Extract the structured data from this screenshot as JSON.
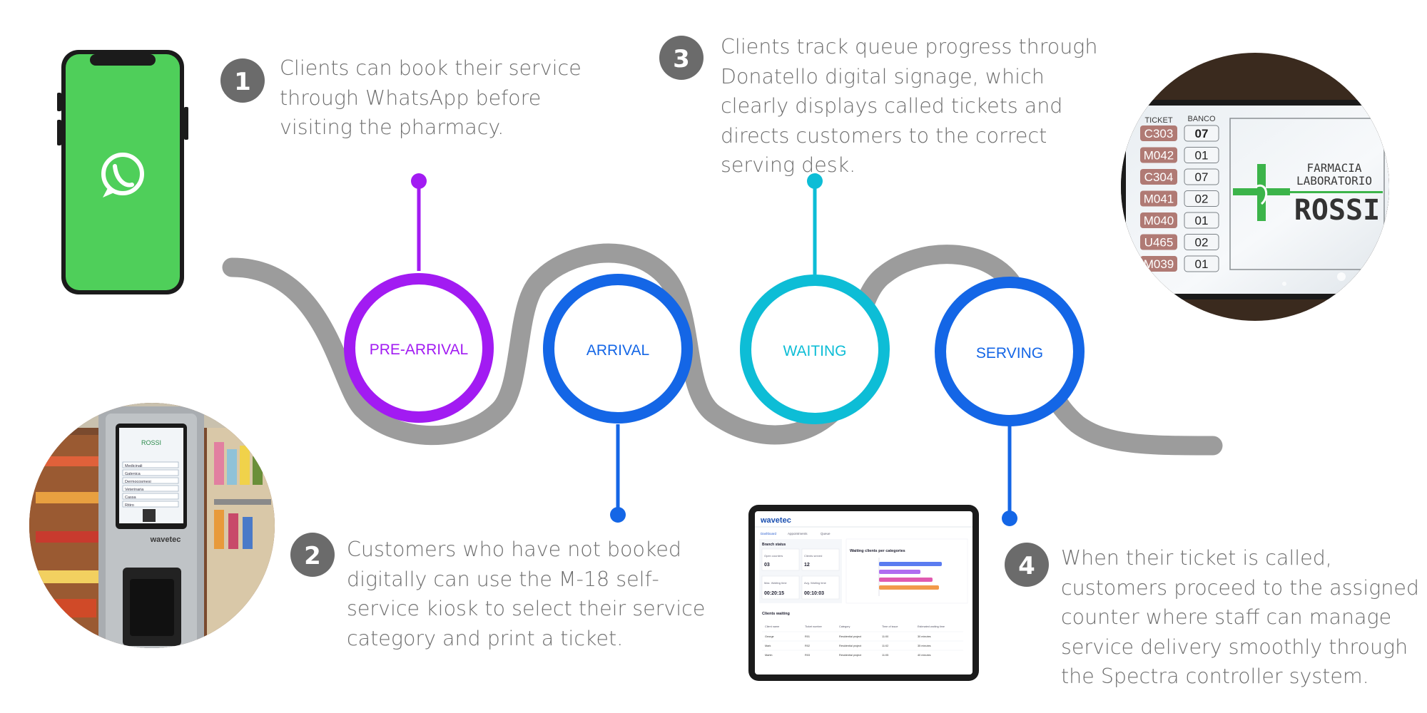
{
  "steps": [
    {
      "number": "1",
      "stage": "PRE-ARRIVAL",
      "color": "#a21bf2",
      "text": "Clients can book their service through WhatsApp before visiting the pharmacy."
    },
    {
      "number": "2",
      "stage": "ARRIVAL",
      "color": "#1466e6",
      "text": "Customers who have not booked digitally can use the M-18 self-service kiosk to select their service category and print a ticket."
    },
    {
      "number": "3",
      "stage": "WAITING",
      "color": "#0dbdd6",
      "text": "Clients track queue progress through Donatello digital signage, which clearly displays called tickets and directs customers to the correct serving desk."
    },
    {
      "number": "4",
      "stage": "SERVING",
      "color": "#1466e6",
      "text": "When their ticket is called, customers proceed to the assigned counter where staff can manage service delivery smoothly through the Spectra controller system."
    }
  ],
  "road_color": "#9c9c9c",
  "icons": [
    "whatsapp-icon"
  ],
  "kiosk": {
    "brand": "wavetec",
    "logo_small": "ROSSI",
    "menu_items": [
      "Medicinali",
      "Galenica",
      "Dermocosmesi",
      "Veterinaria",
      "Cassa",
      "Ritiro"
    ]
  },
  "signage": {
    "header_ticket": "TICKET",
    "header_banco": "BANCO",
    "rows": [
      {
        "ticket": "C303",
        "banco": "07"
      },
      {
        "ticket": "M042",
        "banco": "01"
      },
      {
        "ticket": "C304",
        "banco": "07"
      },
      {
        "ticket": "M041",
        "banco": "02"
      },
      {
        "ticket": "M040",
        "banco": "01"
      },
      {
        "ticket": "U465",
        "banco": "02"
      },
      {
        "ticket": "M039",
        "banco": "01"
      }
    ],
    "brand_line1": "FARMACIA",
    "brand_line2": "LABORATORIO",
    "brand_name": "ROSSI"
  },
  "tablet": {
    "brand": "wavetec",
    "nav": [
      "Dashboard",
      "Appointments",
      "Queue"
    ],
    "branch_status": "Branch status",
    "stats": [
      {
        "label": "Open counters",
        "value": "03"
      },
      {
        "label": "Clients served",
        "value": "12"
      },
      {
        "label": "Max. Waiting time",
        "value": "00:20:15"
      },
      {
        "label": "Avg. Waiting time",
        "value": "00:10:03"
      }
    ],
    "chart_title": "Waiting clients per categories",
    "chart_bars": [
      {
        "value": 0.92,
        "color": "#5b7cf0"
      },
      {
        "value": 0.6,
        "color": "#b06cf0"
      },
      {
        "value": 0.78,
        "color": "#e05ab0"
      },
      {
        "value": 0.88,
        "color": "#f29a4a"
      }
    ],
    "clients_waiting": "Clients waiting",
    "table_headers": [
      "Client name",
      "Ticket number",
      "Category",
      "Time of issue",
      "Estimated waiting time"
    ],
    "table_rows": [
      [
        "George",
        "R01",
        "Residential project",
        "11:00",
        "30 minutes"
      ],
      [
        "Mark",
        "R02",
        "Residential project",
        "11:02",
        "35 minutes"
      ],
      [
        "Martin",
        "R03",
        "Residential project",
        "11:05",
        "40 minutes"
      ]
    ]
  }
}
